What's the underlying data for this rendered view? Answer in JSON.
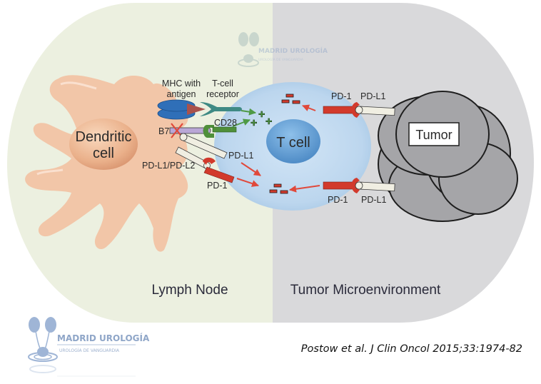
{
  "figure": {
    "regions": {
      "lymph_node": "Lymph Node",
      "tumor_microenvironment": "Tumor Microenvironment"
    },
    "cells": {
      "dendritic_cell_line1": "Dendritic",
      "dendritic_cell_line2": "cell",
      "t_cell": "T cell",
      "tumor": "Tumor"
    },
    "molecules": {
      "mhc_line1": "MHC with",
      "mhc_line2": "antigen",
      "tcr_line1": "T-cell",
      "tcr_line2": "receptor",
      "b7": "B7",
      "cd28": "CD28",
      "pdl1_dc": "PD-L1",
      "pdl1_pdl2": "PD-L1/PD-L2",
      "pd1_dc": "PD-1",
      "pd1_tumor_top": "PD-1",
      "pdl1_tumor_top": "PD-L1",
      "pd1_tumor_bottom": "PD-1",
      "pdl1_tumor_bottom": "PD-L1"
    },
    "signals": {
      "activating_symbol": "+",
      "inhibitory_symbol": "−"
    },
    "colors": {
      "lymph_node_bg": "#ecf0e0",
      "tumor_env_bg": "#d9d9db",
      "dendritic": "#f2c6a8",
      "t_cell": "#bcd7ef",
      "t_nucleus": "#5d9bd3",
      "tumor": "#a3a3a6",
      "mhc": "#2f6fb8",
      "tcr": "#3f8a84",
      "b7": "#b9a7d6",
      "cd28": "#4f8f3a",
      "pd1": "#d23a2c",
      "pdl1": "#f0eee2"
    }
  },
  "watermark": {
    "title": "MADRID UROLOGÍA",
    "subtitle": "UROLOGÍA DE VANGUARDIA"
  },
  "citation": "Postow et al. J Clin Oncol 2015;33:1974-82"
}
